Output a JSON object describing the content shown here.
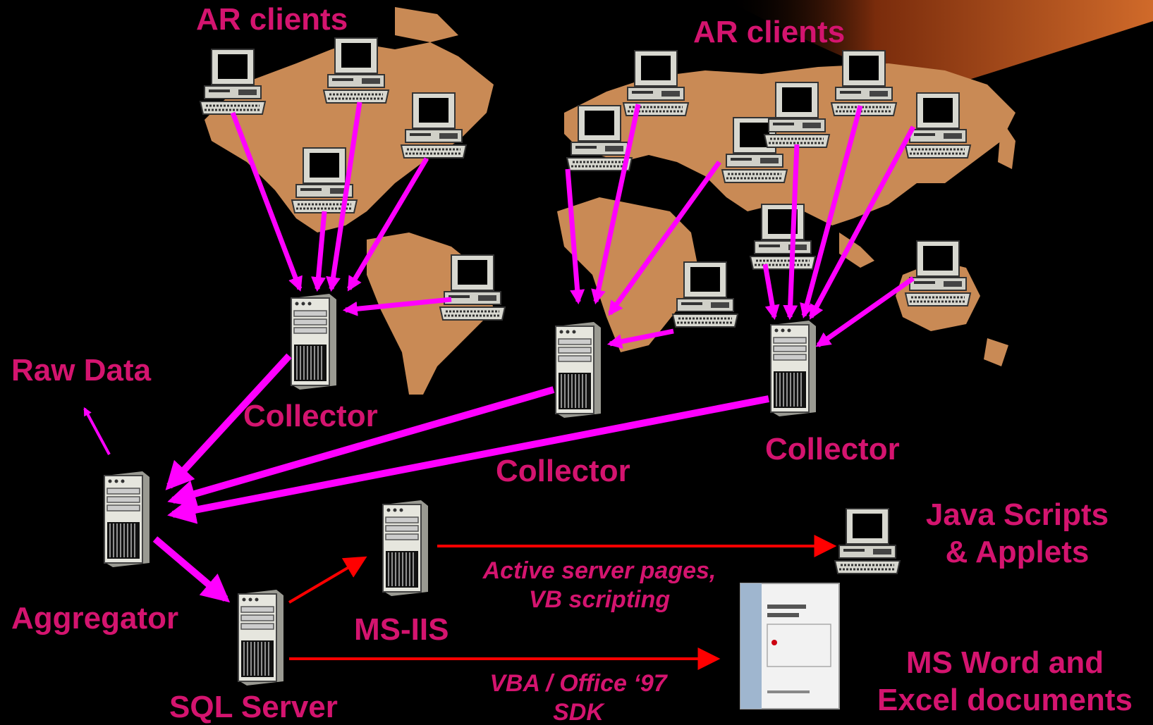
{
  "labels": {
    "ar_clients_left": "AR clients",
    "ar_clients_right": "AR clients",
    "raw_data": "Raw Data",
    "collector_1": "Collector",
    "collector_2": "Collector",
    "collector_3": "Collector",
    "aggregator": "Aggregator",
    "sql_server": "SQL Server",
    "ms_iis": "MS-IIS",
    "java_line1": "Java Scripts",
    "java_line2": "& Applets",
    "word_line1": "MS Word and",
    "word_line2": "Excel documents",
    "asp_line1": "Active server pages,",
    "asp_line2": "VB scripting",
    "vba_line1": "VBA / Office ‘97",
    "vba_line2": "SDK"
  },
  "colors": {
    "background": "#000000",
    "label": "#d4146f",
    "client_arrow": "#ff00ff",
    "web_arrow": "#ff0000",
    "continents": "#c98a55",
    "orange_swoosh": "#c0561f"
  },
  "icons": {
    "client": "desktop-computer-icon",
    "server": "tower-server-icon",
    "document": "document-page-icon"
  }
}
